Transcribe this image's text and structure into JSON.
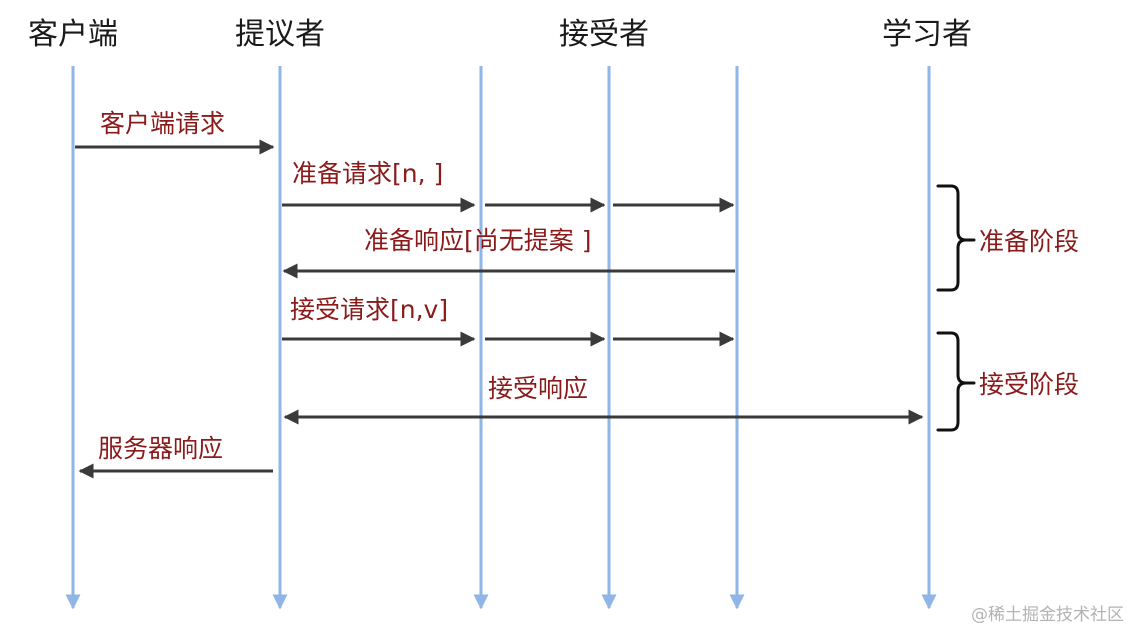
{
  "roles": {
    "client": "客户端",
    "proposer": "提议者",
    "acceptor": "接受者",
    "learner": "学习者"
  },
  "messages": {
    "client_request": "客户端请求",
    "prepare_request": "准备请求[n, ]",
    "prepare_response": "准备响应[尚无提案 ]",
    "accept_request": "接受请求[n,v]",
    "accept_response": "接受响应",
    "server_response": "服务器响应"
  },
  "phases": {
    "prepare": "准备阶段",
    "accept": "接受阶段"
  },
  "watermark": "@稀土掘金技术社区",
  "colors": {
    "lifeline": "#8fb6e6",
    "arrow": "#3a3a3a",
    "message_text": "#8b1a1a",
    "role_text": "#1a1a1a",
    "brace": "#111111"
  }
}
